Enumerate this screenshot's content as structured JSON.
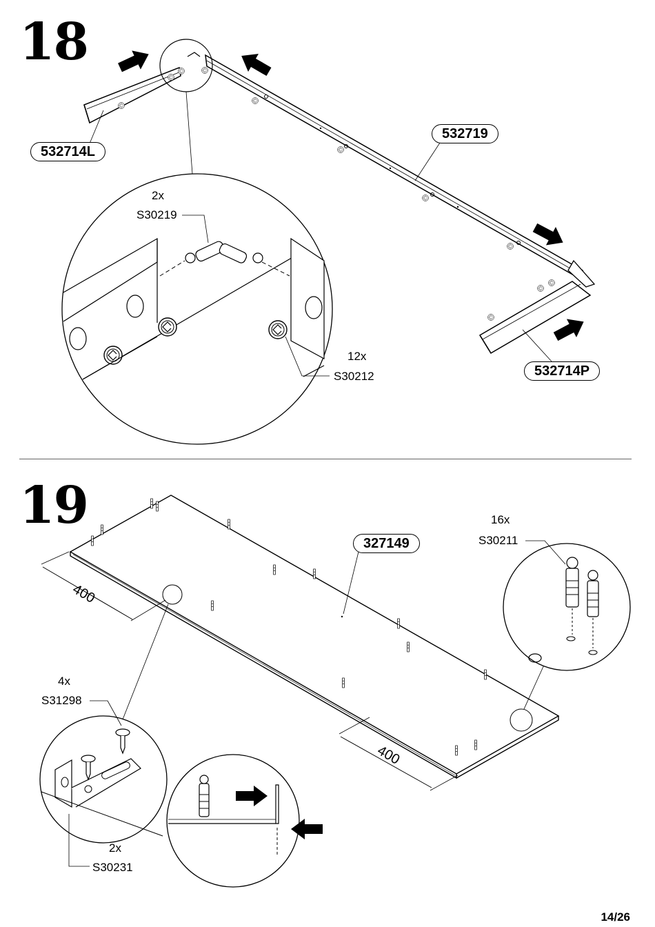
{
  "steps": [
    {
      "number": "18",
      "parts": {
        "left_rail": "532714L",
        "long_rail": "532719",
        "right_rail": "532714P"
      },
      "detail": {
        "connector_qty": "2x",
        "connector_code": "S30219",
        "cam_qty": "12x",
        "cam_code": "S30212"
      }
    },
    {
      "number": "19",
      "parts": {
        "panel": "327149"
      },
      "dimensions": {
        "left_offset": "400",
        "right_offset": "400"
      },
      "dowels": {
        "qty": "16x",
        "code": "S30211"
      },
      "screws": {
        "qty": "4x",
        "code": "S31298"
      },
      "brackets": {
        "qty": "2x",
        "code": "S30231"
      }
    }
  ],
  "page": "14/26"
}
